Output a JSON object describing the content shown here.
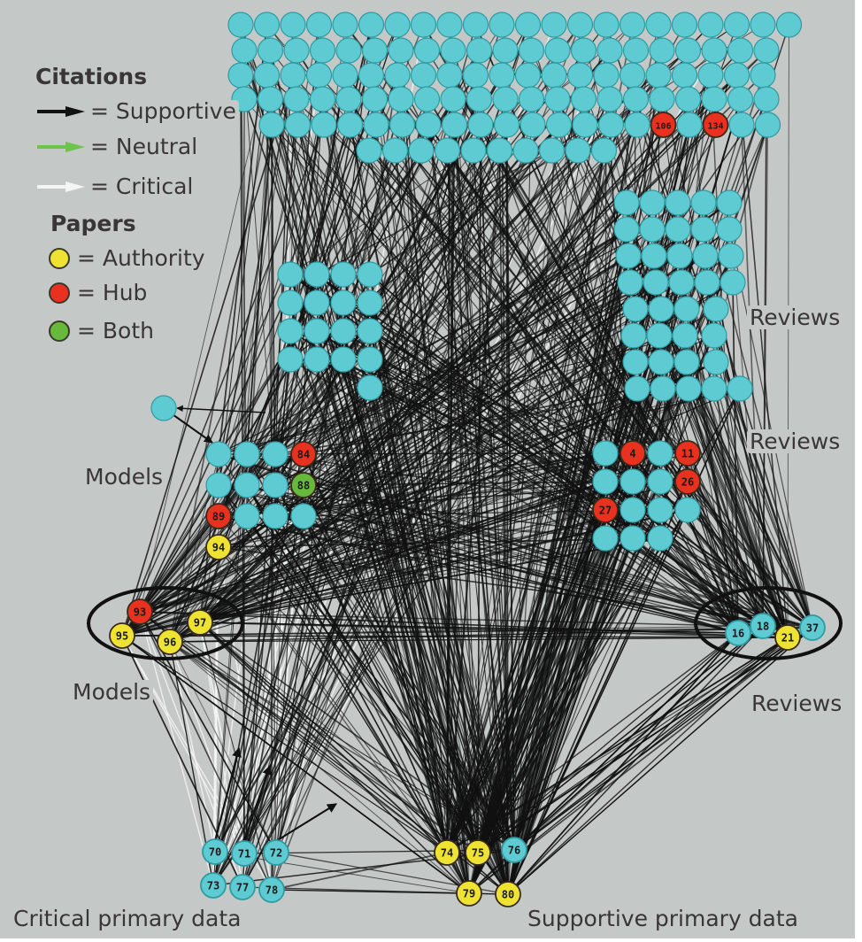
{
  "colors": {
    "background": "#c4c9c8",
    "reference": "#5ecbd3",
    "authority": "#eee232",
    "hub": "#e8311e",
    "both": "#66b93a",
    "supportive": "#111111",
    "neutral": "#6cc44a",
    "critical": "#f4f4f4"
  },
  "legend": {
    "citations_title": "Citations",
    "citations": [
      {
        "type": "supportive",
        "label": "= Supportive"
      },
      {
        "type": "neutral",
        "label": "= Neutral"
      },
      {
        "type": "critical",
        "label": "= Critical"
      }
    ],
    "papers_title": "Papers",
    "papers": [
      {
        "type": "authority",
        "label": "= Authority"
      },
      {
        "type": "hub",
        "label": "= Hub"
      },
      {
        "type": "both",
        "label": "= Both"
      }
    ]
  },
  "group_labels": {
    "reviews_upper": "Reviews",
    "reviews_middle": "Reviews",
    "reviews_lower": "Reviews",
    "models_upper": "Models",
    "models_lower": "Models",
    "critical_primary": "Critical primary data",
    "supportive_primary": "Supportive primary data"
  },
  "clusters": {
    "top_block": {
      "rows": [
        22,
        21,
        21,
        21,
        20,
        10
      ],
      "labeled": [
        {
          "row": 4,
          "col": 15,
          "id": "106",
          "type": "hub"
        },
        {
          "row": 4,
          "col": 17,
          "id": "134",
          "type": "hub"
        }
      ]
    },
    "right_reviews_block": {
      "rows": [
        5,
        5,
        5,
        5,
        4,
        4,
        4,
        5
      ]
    },
    "center_left_block": {
      "rows": [
        4,
        4,
        4,
        4,
        1
      ]
    },
    "models_block": {
      "nodes": [
        {
          "id": "",
          "type": "reference"
        },
        {
          "id": "",
          "type": "reference"
        },
        {
          "id": "",
          "type": "reference"
        },
        {
          "id": "84",
          "type": "hub"
        },
        {
          "id": "",
          "type": "reference"
        },
        {
          "id": "",
          "type": "reference"
        },
        {
          "id": "",
          "type": "reference"
        },
        {
          "id": "88",
          "type": "both"
        },
        {
          "id": "89",
          "type": "hub"
        },
        {
          "id": "",
          "type": "reference"
        },
        {
          "id": "",
          "type": "reference"
        },
        {
          "id": "",
          "type": "reference"
        },
        {
          "id": "94",
          "type": "authority"
        }
      ],
      "outlier": {
        "id": "",
        "type": "reference"
      }
    },
    "reviews_hub_block": {
      "nodes": [
        {
          "id": "",
          "type": "reference"
        },
        {
          "id": "4",
          "type": "hub"
        },
        {
          "id": "",
          "type": "reference"
        },
        {
          "id": "11",
          "type": "hub"
        },
        {
          "id": "",
          "type": "reference"
        },
        {
          "id": "",
          "type": "reference"
        },
        {
          "id": "",
          "type": "reference"
        },
        {
          "id": "26",
          "type": "hub"
        },
        {
          "id": "27",
          "type": "hub"
        },
        {
          "id": "",
          "type": "reference"
        },
        {
          "id": "",
          "type": "reference"
        },
        {
          "id": "",
          "type": "reference"
        },
        {
          "id": "",
          "type": "reference"
        },
        {
          "id": "",
          "type": "reference"
        },
        {
          "id": "",
          "type": "reference"
        }
      ]
    },
    "models_ellipse": [
      {
        "id": "93",
        "type": "hub"
      },
      {
        "id": "95",
        "type": "authority"
      },
      {
        "id": "96",
        "type": "authority"
      },
      {
        "id": "97",
        "type": "authority"
      }
    ],
    "reviews_ellipse": [
      {
        "id": "16",
        "type": "reference"
      },
      {
        "id": "18",
        "type": "reference"
      },
      {
        "id": "21",
        "type": "authority"
      },
      {
        "id": "37",
        "type": "reference"
      }
    ],
    "critical_primary": [
      {
        "id": "70",
        "type": "reference"
      },
      {
        "id": "71",
        "type": "reference"
      },
      {
        "id": "72",
        "type": "reference"
      },
      {
        "id": "73",
        "type": "reference"
      },
      {
        "id": "77",
        "type": "reference"
      },
      {
        "id": "78",
        "type": "reference"
      }
    ],
    "supportive_primary": [
      {
        "id": "74",
        "type": "authority"
      },
      {
        "id": "75",
        "type": "authority"
      },
      {
        "id": "76",
        "type": "reference"
      },
      {
        "id": "79",
        "type": "authority"
      },
      {
        "id": "80",
        "type": "authority"
      }
    ]
  }
}
